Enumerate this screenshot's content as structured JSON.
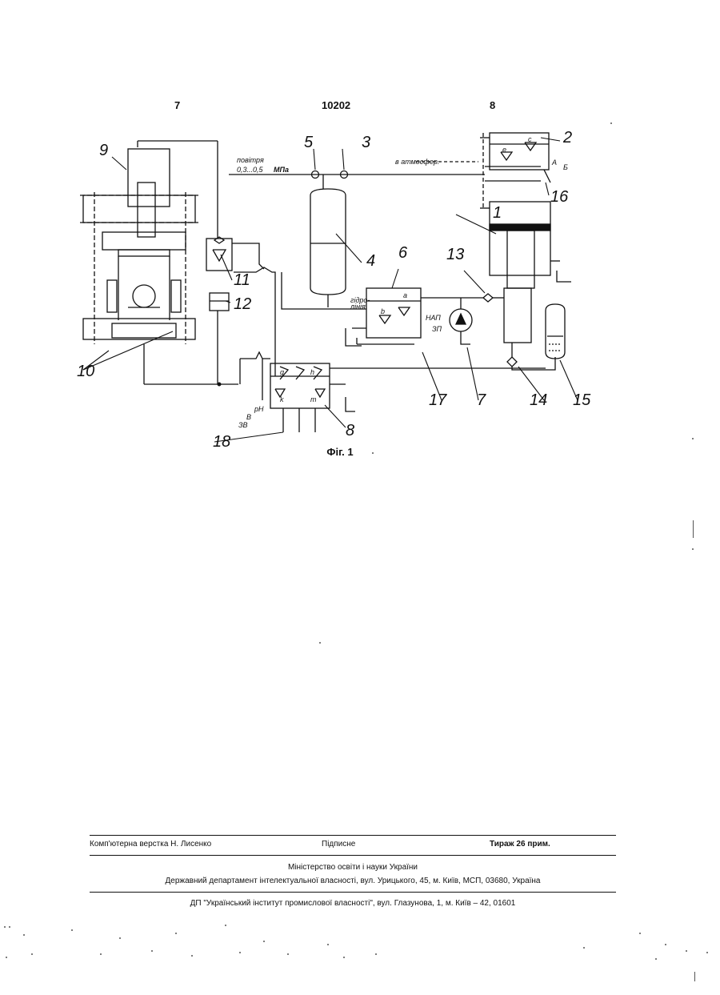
{
  "header": {
    "left_page": "7",
    "patent_number": "10202",
    "right_page": "8"
  },
  "figure": {
    "caption": "Фіг. 1",
    "numerals": [
      "1",
      "2",
      "3",
      "4",
      "5",
      "6",
      "7",
      "8",
      "9",
      "10",
      "11",
      "12",
      "13",
      "14",
      "15",
      "16",
      "17",
      "18"
    ],
    "labels": {
      "air_line": "повітря",
      "pressure_range": "0,3...0,5",
      "pressure_unit": "МПа",
      "to_atmosphere": "в атмосфер.",
      "port_a": "A",
      "port_b_cyr": "Б",
      "lower_note": "гідро-",
      "lower_note2": "лінія",
      "valve_c": "c",
      "valve_e": "e",
      "valve_a": "a",
      "valve_b": "b",
      "nap": "НАП",
      "zp": "ЗП",
      "valve_g": "g",
      "valve_h": "h",
      "valve_k": "k",
      "valve_m": "m",
      "ph": "рН",
      "v": "В",
      "zv": "ЗВ"
    }
  },
  "footer": {
    "layout": "Комп'ютерна верстка Н. Лисенко",
    "signed": "Підписне",
    "circulation": "Тираж 26 прим.",
    "ministry": "Міністерство освіти і науки України",
    "department": "Державний департамент інтелектуальної власності, вул. Урицького, 45, м. Київ, МСП, 03680, Україна",
    "institute": "ДП \"Український інститут промислової власності\", вул. Глазунова, 1, м. Київ – 42, 01601"
  }
}
